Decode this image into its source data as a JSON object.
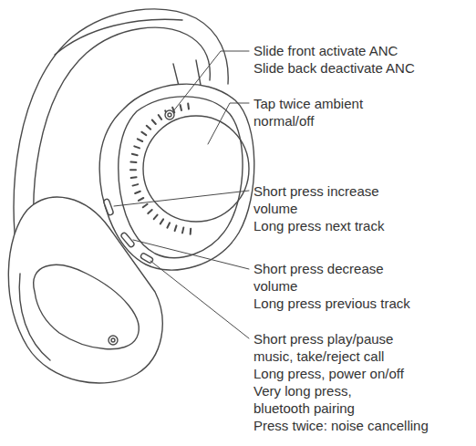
{
  "diagram": {
    "labels": [
      "Slide front activate ANC",
      "Slide back deactivate ANC",
      "Tap twice ambient normal/off",
      "Short press increase volume",
      "Long press next track",
      "Short press decrease volume",
      "Long press previous track",
      "Short press play/pause music, take/reject call",
      "Long press, power on/off",
      "Very long press, bluetooth pairing",
      "Press twice: noise cancelling"
    ]
  }
}
